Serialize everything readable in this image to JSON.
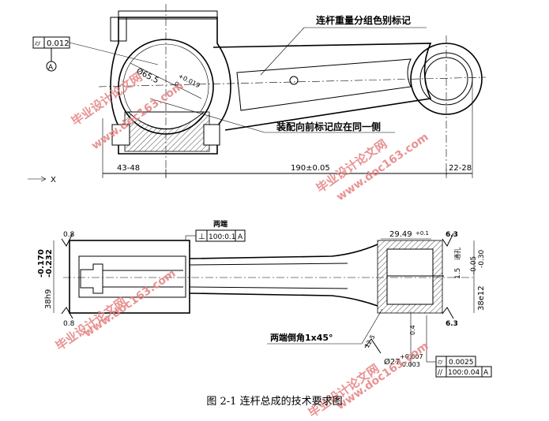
{
  "top_view": {
    "flatness_symbol": "⌭",
    "flatness_value": "0.012",
    "datum_label": "A",
    "bore_dim_a": "Ø65.5",
    "bore_dim_b": "+0.019",
    "bore_dim_c": "0",
    "weight_note": "连杆重量分组色别标记",
    "assembly_note": "装配向前标记应在同一侧",
    "dim_left": "43-48",
    "dim_center": "190±0.05",
    "dim_right": "22-28",
    "axis_label": "X"
  },
  "bottom_view": {
    "roughness_tl": "0.8",
    "roughness_bl": "0.8",
    "roughness_tr": "6.3",
    "roughness_br": "6.3",
    "ends_label": "两端",
    "perp_symbol": "⊥",
    "perp_value": "100:0.1",
    "perp_datum": "A",
    "width_dim": "29.49",
    "width_tol": "+0.1",
    "left_dim_a": "38h9",
    "left_dim_b": "-0.170",
    "left_dim_c": "-0.232",
    "right_dim_a": "38e12",
    "right_dim_b": "-0.05",
    "right_dim_c": "-0.30",
    "oil_hole": "1.5",
    "oil_hole_note": "通孔",
    "chamfer_note": "两端倒角1x45°",
    "roughness_mid": "12.5",
    "roughness_mid2": "0.4",
    "small_bore_a": "Ø27",
    "small_bore_b": "+0.007",
    "small_bore_c": "-0.003",
    "cyl_symbol": "⌭",
    "cyl_value": "0.0025",
    "par_symbol": "//",
    "par_value": "100:0.04",
    "par_datum": "A"
  },
  "watermarks": [
    "毕业设计论文网",
    "www.doc163.com",
    "毕业设计论文网",
    "www.doc163.com",
    "毕业设计论文网",
    "www.doc163.com",
    "毕业设计论文网",
    "www.doc163.com"
  ],
  "caption": "图 2-1  连杆总成的技术要求图"
}
